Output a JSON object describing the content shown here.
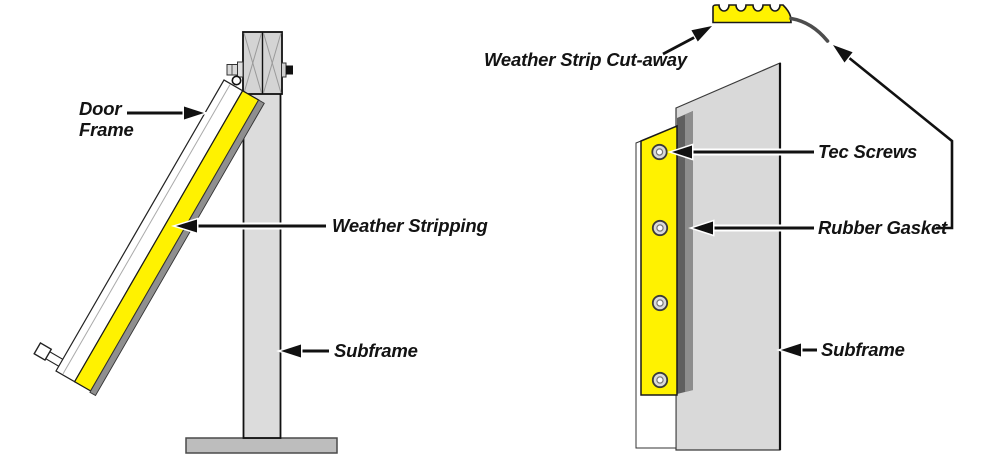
{
  "colors": {
    "strip_yellow": "#fff200",
    "panel_gray": "#d9d9d9",
    "post_gray": "#dcdcdc",
    "block_gray": "#d4d4d4",
    "base_gray": "#bdbdbd",
    "gasket_dark": "#5f5f5f",
    "gasket_light": "#8d8d8d",
    "edge_gray": "#8f8f8f",
    "ink": "#111111"
  },
  "left_view": {
    "labels": {
      "door_frame": "Door Frame",
      "weather_stripping": "Weather Stripping",
      "subframe": "Subframe"
    }
  },
  "right_view": {
    "labels": {
      "weather_strip_cutaway": "Weather Strip Cut-away",
      "tec_screws": "Tec Screws",
      "rubber_gasket": "Rubber Gasket",
      "subframe": "Subframe"
    },
    "tec_screw_count": 4
  }
}
